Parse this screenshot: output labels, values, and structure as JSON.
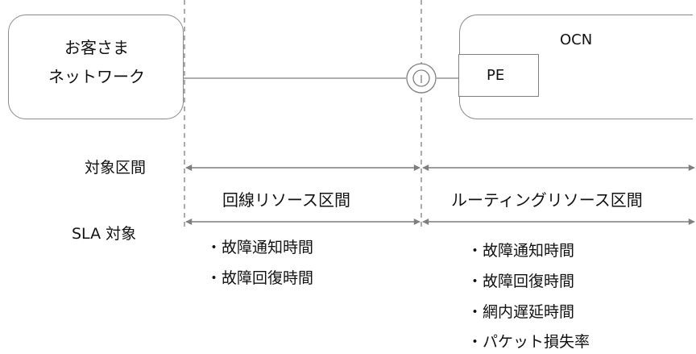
{
  "customer_box": {
    "line1": "お客さま",
    "line2": "ネットワーク"
  },
  "ocn_box": {
    "title": "OCN",
    "pe_label": "PE"
  },
  "labels": {
    "target_section": "対象区間",
    "sla_target": "SLA 対象"
  },
  "sections": {
    "line_resource": "回線リソース区間",
    "routing_resource": "ルーティングリソース区間"
  },
  "sla_items_left": [
    "・故障通知時間",
    "・故障回復時間"
  ],
  "sla_items_right": [
    "・故障通知時間",
    "・故障回復時間",
    "・網内遅延時間",
    "・パケット損失率"
  ],
  "colors": {
    "line": "#7f7f7f",
    "border": "#8a8a8a",
    "text": "#111111"
  }
}
